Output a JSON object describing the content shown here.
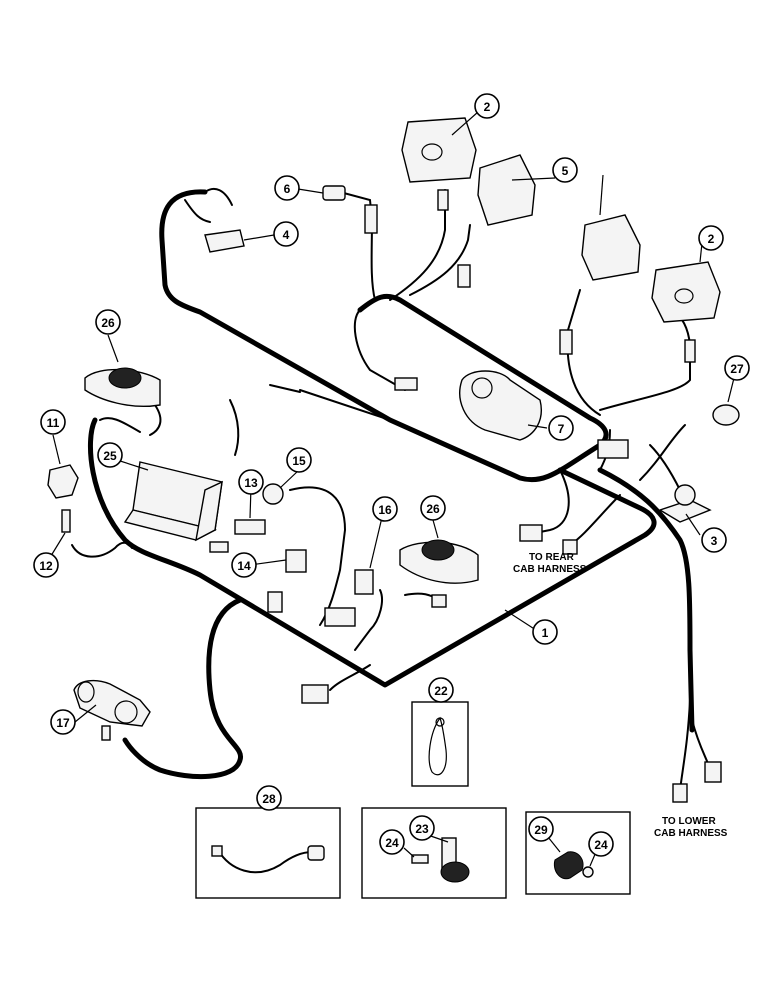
{
  "callouts": [
    {
      "id": "c1",
      "text": "1"
    },
    {
      "id": "c2a",
      "text": "2"
    },
    {
      "id": "c2b",
      "text": "2"
    },
    {
      "id": "c3",
      "text": "3"
    },
    {
      "id": "c4",
      "text": "4"
    },
    {
      "id": "c5",
      "text": "5"
    },
    {
      "id": "c6",
      "text": "6"
    },
    {
      "id": "c7",
      "text": "7"
    },
    {
      "id": "c11",
      "text": "11"
    },
    {
      "id": "c12",
      "text": "12"
    },
    {
      "id": "c13",
      "text": "13"
    },
    {
      "id": "c14",
      "text": "14"
    },
    {
      "id": "c15",
      "text": "15"
    },
    {
      "id": "c16",
      "text": "16"
    },
    {
      "id": "c17",
      "text": "17"
    },
    {
      "id": "c22",
      "text": "22"
    },
    {
      "id": "c23",
      "text": "23"
    },
    {
      "id": "c24a",
      "text": "24"
    },
    {
      "id": "c24b",
      "text": "24"
    },
    {
      "id": "c25",
      "text": "25"
    },
    {
      "id": "c26a",
      "text": "26"
    },
    {
      "id": "c26b",
      "text": "26"
    },
    {
      "id": "c27",
      "text": "27"
    },
    {
      "id": "c28",
      "text": "28"
    },
    {
      "id": "c29",
      "text": "29"
    }
  ],
  "labels": {
    "rear_line1": "TO REAR",
    "rear_line2": "CAB HARNESS",
    "lower_line1": "TO LOWER",
    "lower_line2": "CAB HARNESS"
  }
}
